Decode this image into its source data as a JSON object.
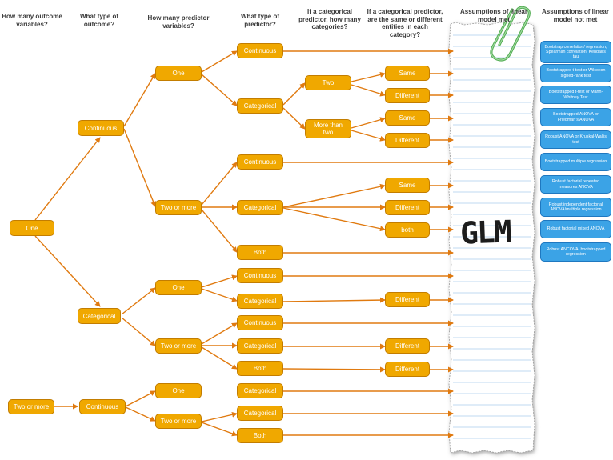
{
  "headers": {
    "outcome_count": "How many outcome variables?",
    "outcome_type": "What type of outcome?",
    "predictor_count": "How many predictor variables?",
    "predictor_type": "What type of predictor?",
    "category_count": "If a categorical predictor, how many categories?",
    "same_different": "If a categorical predictor, are the same or different entities in each category?",
    "assumptions_met": "Assumptions of linear model met",
    "assumptions_not_met": "Assumptions of linear model not met"
  },
  "nodes": {
    "outcome_one": "One",
    "outcome_two_or_more": "Two or more",
    "continuous_outcome": "Continuous",
    "categorical_outcome": "Categorical",
    "continuous_outcome_2": "Continuous",
    "cont_pred_one": "One",
    "cont_pred_two_or_more": "Two or more",
    "cat_pred_one": "One",
    "cat_pred_two_or_more": "Two or more",
    "multi_pred_one": "One",
    "multi_pred_two_or_more": "Two or more",
    "p_continuous_1": "Continuous",
    "p_categorical_1": "Categorical",
    "p_continuous_2": "Continuous",
    "p_categorical_2": "Categorical",
    "p_both_1": "Both",
    "p_continuous_3": "Continuous",
    "p_categorical_3": "Categorical",
    "p_continuous_4": "Continuous",
    "p_categorical_4": "Categorical",
    "p_both_2": "Both",
    "p_categorical_5": "Categorical",
    "p_categorical_6": "Categorical",
    "p_both_3": "Both",
    "cat_two": "Two",
    "cat_more_than_two": "More than two",
    "sd_same_1": "Same",
    "sd_different_1": "Different",
    "sd_same_2": "Same",
    "sd_different_2": "Different",
    "sd_same_3": "Same",
    "sd_different_3": "Different",
    "sd_both": "both",
    "sd_different_4": "Different",
    "sd_different_5": "Different",
    "sd_different_6": "Different"
  },
  "tests_not_met": [
    "Bootstrap correlation/ regression, Spearman correlation, Kendall's tau",
    "Bootstrapped t-test or Wilcoxon signed-rank test",
    "Bootstrapped t-test or Mann-Whitney Test",
    "Bootstrapped ANOVA or Friedman's ANOVA",
    "Robust ANOVA or Kruskal-Wallis test",
    "Bootstrapped multiple regression",
    "Robust factorial repeated measures ANOVA",
    "Robust independent factorial ANOVA/multiple regression",
    "Robust factorial mixed ANOVA",
    "Robust ANCOVA/ bootstrapped regression"
  ],
  "glm_label": "GLM",
  "colors": {
    "node_fill": "#f0a800",
    "node_border": "#c37d00",
    "connector": "#e07a10",
    "test_fill": "#3ba3e6",
    "test_border": "#1f78c0",
    "paperclip": "#58b058"
  },
  "icons": {
    "paper": "lined-notepaper-icon",
    "clip": "paperclip-icon"
  }
}
